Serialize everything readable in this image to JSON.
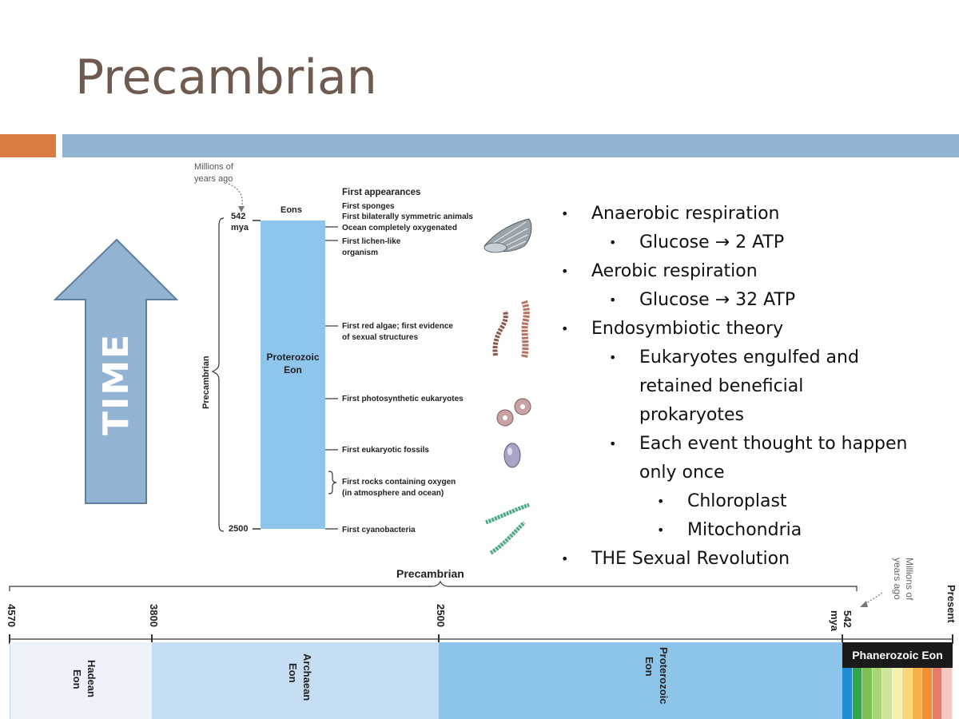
{
  "slide": {
    "title": "Precambrian"
  },
  "arrow": {
    "label": "TIME"
  },
  "figure": {
    "units_label_line1": "Millions of",
    "units_label_line2": "years ago",
    "eons_header": "Eons",
    "top_value": "542",
    "top_unit": "mya",
    "bottom_value": "2500",
    "eon_name_line1": "Proterozoic",
    "eon_name_line2": "Eon",
    "side_label": "Precambrian",
    "first_appearances_header": "First appearances",
    "events": [
      {
        "lines": [
          "First sponges"
        ]
      },
      {
        "lines": [
          "First bilaterally symmetric animals"
        ]
      },
      {
        "lines": [
          "Ocean completely oxygenated"
        ]
      },
      {
        "lines": [
          "First lichen-like",
          "organism"
        ]
      },
      {
        "lines": [
          "First red algae; first evidence",
          "of sexual structures"
        ]
      },
      {
        "lines": [
          "First photosynthetic eukaryotes"
        ]
      },
      {
        "lines": [
          "First eukaryotic fossils"
        ]
      },
      {
        "lines": [
          "First rocks containing oxygen",
          "(in atmosphere and ocean)"
        ]
      },
      {
        "lines": [
          "First cyanobacteria"
        ]
      }
    ]
  },
  "bullets": [
    {
      "level": 1,
      "text": "Anaerobic respiration"
    },
    {
      "level": 2,
      "text": "Glucose → 2 ATP"
    },
    {
      "level": 1,
      "text": "Aerobic respiration"
    },
    {
      "level": 2,
      "text": "Glucose → 32 ATP"
    },
    {
      "level": 1,
      "text": "Endosymbiotic theory"
    },
    {
      "level": 2,
      "text": "Eukaryotes engulfed and"
    },
    {
      "level": 2,
      "text": "retained beneficial",
      "continuation": true
    },
    {
      "level": 2,
      "text": "prokaryotes",
      "continuation": true
    },
    {
      "level": 2,
      "text": "Each event thought to happen"
    },
    {
      "level": 2,
      "text": "only once",
      "continuation": true
    },
    {
      "level": 3,
      "text": "Chloroplast"
    },
    {
      "level": 3,
      "text": "Mitochondria"
    },
    {
      "level": 1,
      "text": "THE Sexual Revolution"
    }
  ],
  "timeline": {
    "label": "Precambrian",
    "ticks": [
      "4570",
      "3800",
      "2500",
      "542"
    ],
    "tick_unit": "mya",
    "present_label": "Present",
    "units_label_line1": "Millions of",
    "units_label_line2": "years ago",
    "eons": [
      {
        "line1": "Hadean",
        "line2": "Eon",
        "color": "#eef3fb"
      },
      {
        "line1": "Archaean",
        "line2": "Eon",
        "color": "#c5def3"
      },
      {
        "line1": "Proterozoic",
        "line2": "Eon",
        "color": "#8cc4ea"
      }
    ],
    "phanerozoic": "Phanerozoic Eon",
    "period_colors": [
      "#1e8fd6",
      "#31a64a",
      "#7cc250",
      "#a9d377",
      "#cfe59c",
      "#f6f0a8",
      "#fbd57a",
      "#f6b048",
      "#f08f35",
      "#e97a6a",
      "#f6c8c2"
    ]
  },
  "colors": {
    "title": "#6e5a4f",
    "accent_orange": "#d97b43",
    "accent_blue": "#93b5d3",
    "eon_bar": "#8dc5ec",
    "arrow_fill": "#93b3d2"
  }
}
